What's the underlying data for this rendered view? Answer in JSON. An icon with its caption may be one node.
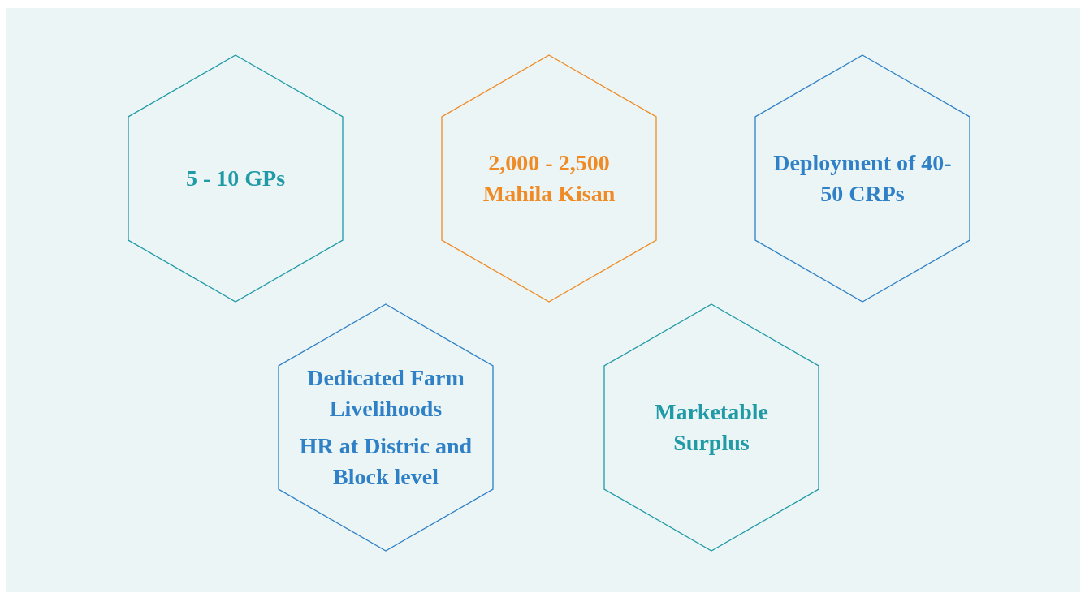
{
  "diagram": {
    "nodes": [
      {
        "text": [
          "5 - 10 GPs"
        ]
      },
      {
        "text": [
          "2,000 - 2,500 Mahila Kisan"
        ]
      },
      {
        "text": [
          "Deployment of 40-50 CRPs"
        ]
      },
      {
        "text": [
          "Dedicated Farm Livelihoods",
          "HR at Distric and Block level"
        ]
      },
      {
        "text": [
          "Marketable Surplus"
        ]
      }
    ]
  }
}
